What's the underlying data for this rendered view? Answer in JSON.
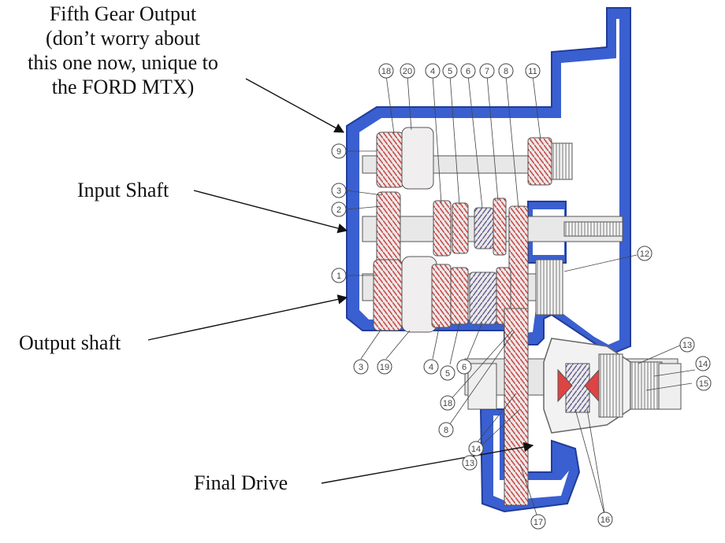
{
  "labels": {
    "fifth_gear": {
      "line1": "Fifth Gear Output",
      "line2": "(don’t worry about",
      "line3": "this one now, unique to",
      "line4": "the FORD MTX)"
    },
    "input_shaft": "Input Shaft",
    "output_shaft": "Output shaft",
    "final_drive": "Final Drive"
  },
  "callouts": [
    "18",
    "20",
    "4",
    "5",
    "6",
    "7",
    "8",
    "11",
    "9",
    "3",
    "2",
    "1",
    "12",
    "3",
    "19",
    "4",
    "5",
    "6",
    "13",
    "14",
    "15",
    "18",
    "8",
    "14",
    "13",
    "17",
    "16"
  ],
  "colors": {
    "housing": "#3a5fd0",
    "housing_dark": "#213c9a",
    "gear_red": "#c8504a",
    "gear_fill": "#e9e4e6",
    "text": "#111111"
  }
}
